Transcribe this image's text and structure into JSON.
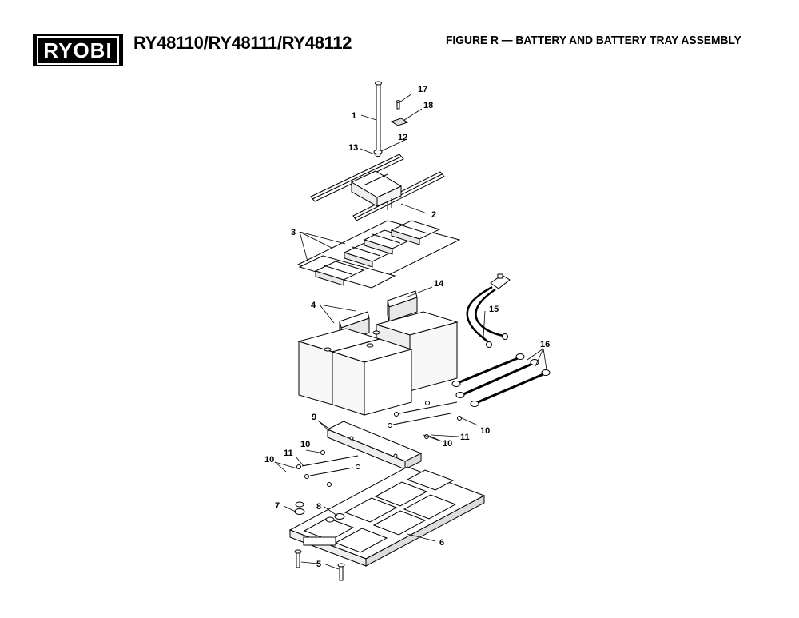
{
  "header": {
    "brand": "RYOBI",
    "model_numbers": "RY48110/RY48111/RY48112",
    "figure_title": "FIGURE R — BATTERY AND BATTERY TRAY ASSEMBLY"
  },
  "callouts": {
    "c1": "1",
    "c2": "2",
    "c3": "3",
    "c4": "4",
    "c5": "5",
    "c6": "6",
    "c7": "7",
    "c8": "8",
    "c9": "9",
    "c10a": "10",
    "c10b": "10",
    "c10c": "10",
    "c10d": "10",
    "c11a": "11",
    "c11b": "11",
    "c12": "12",
    "c13": "13",
    "c14": "14",
    "c15": "15",
    "c16": "16",
    "c17": "17",
    "c18": "18"
  }
}
